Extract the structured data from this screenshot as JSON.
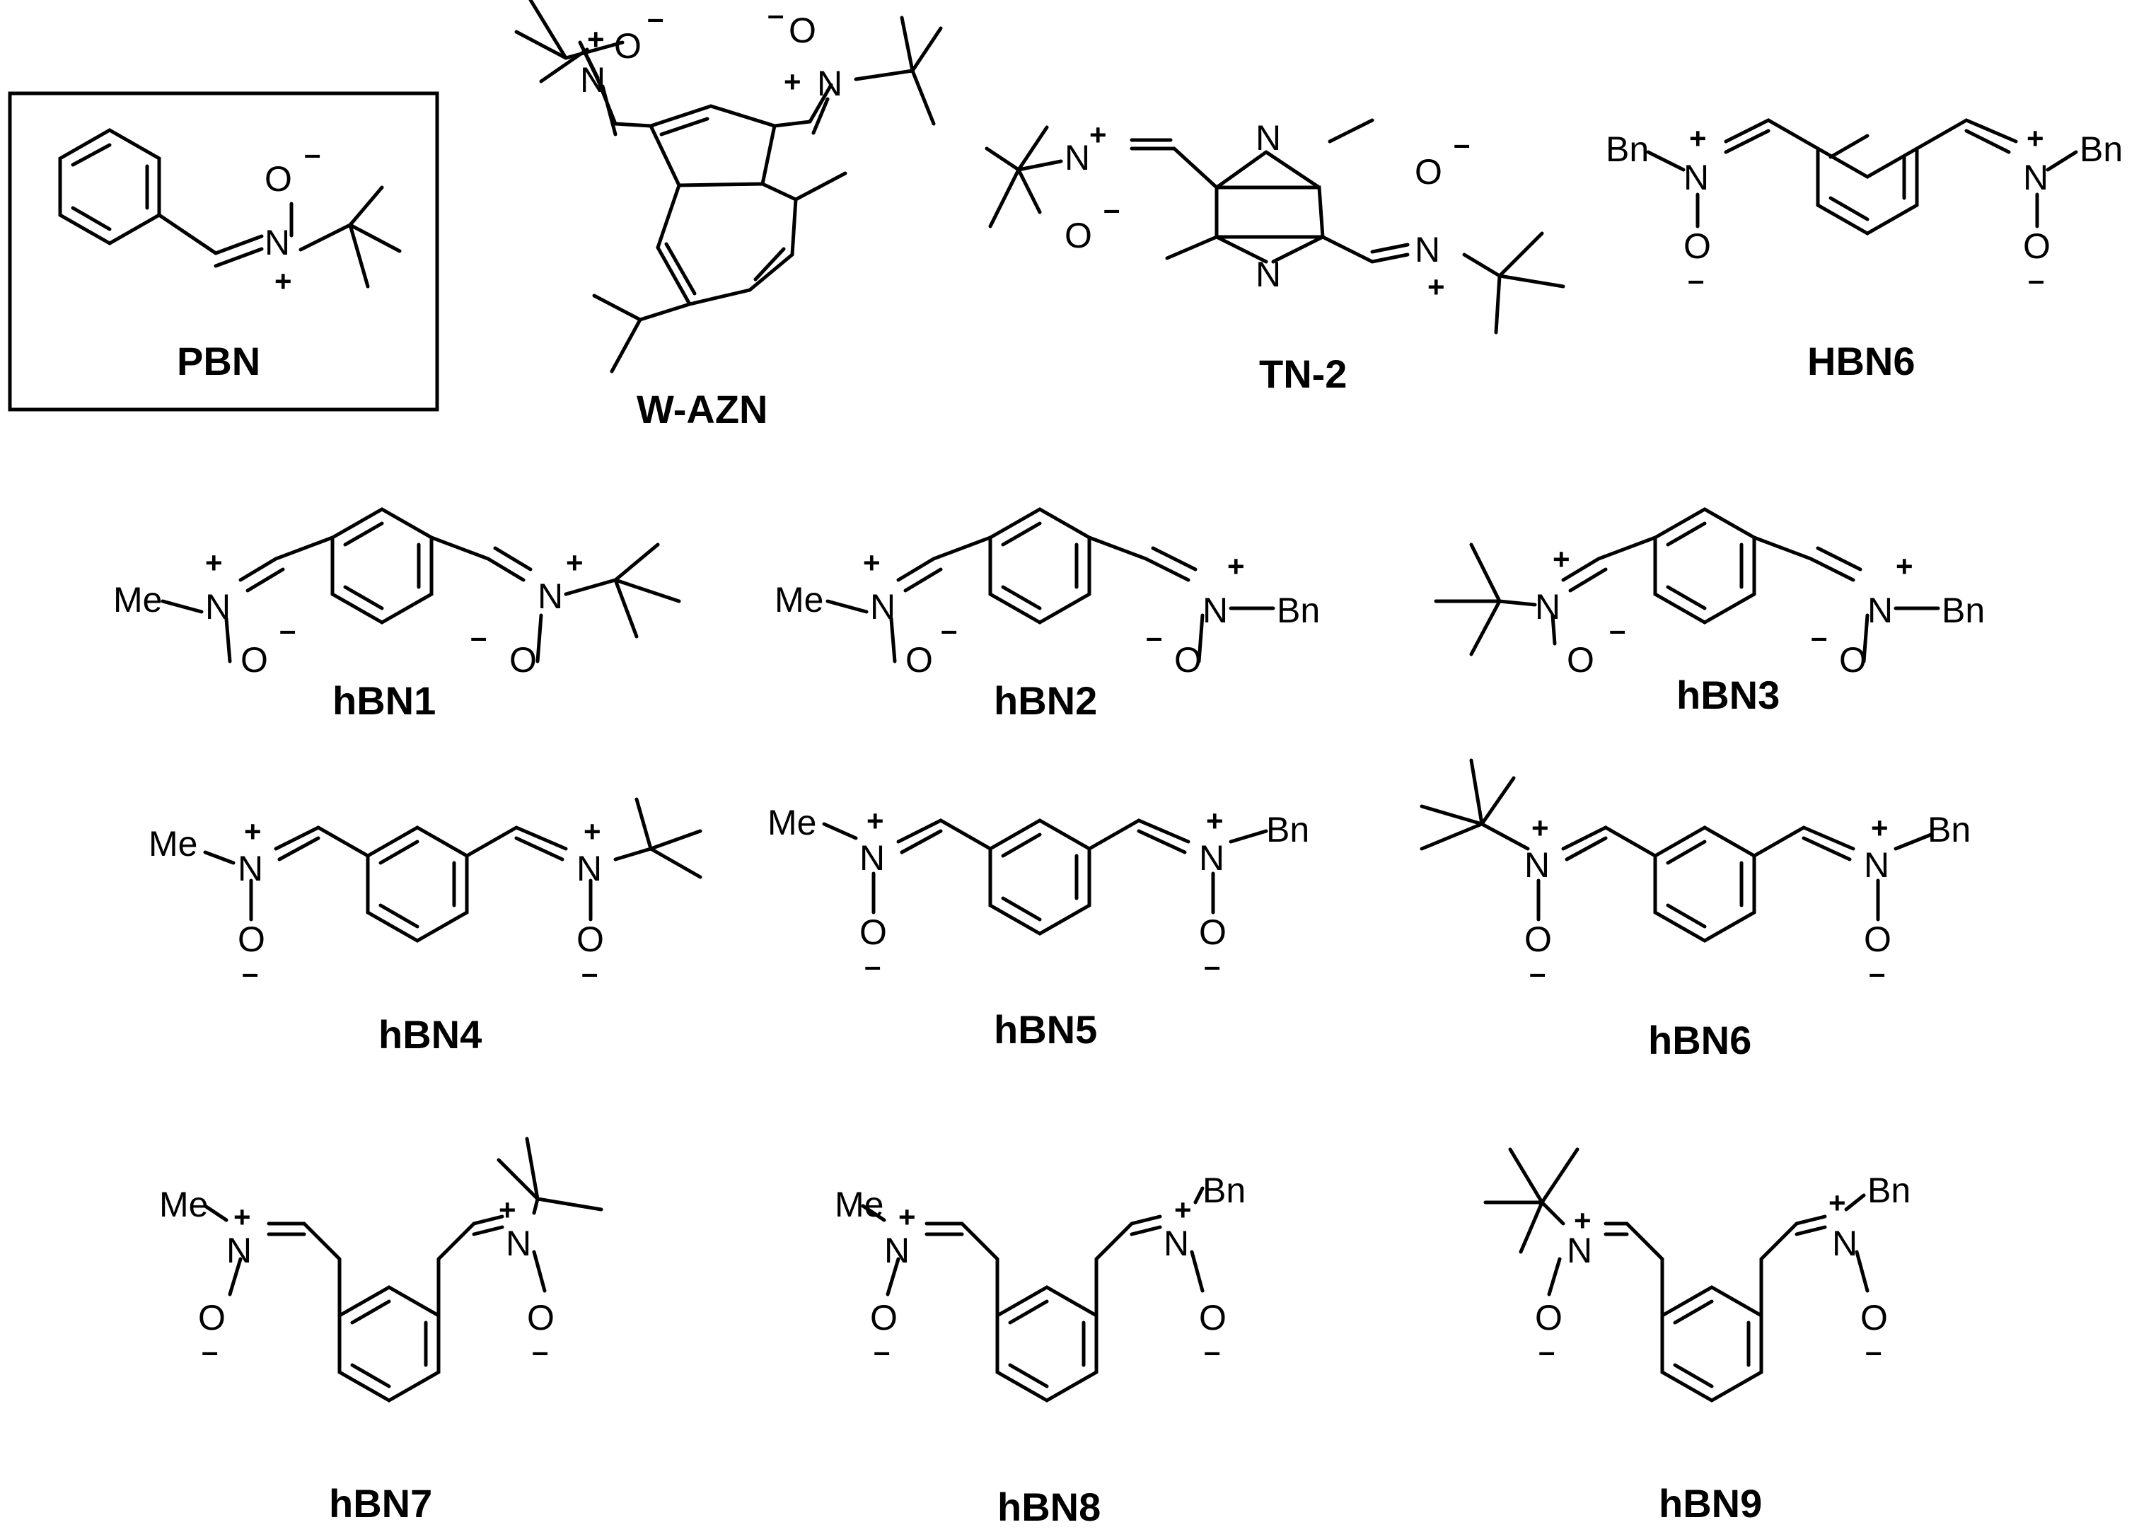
{
  "figure": {
    "boxed_compound": "PBN",
    "compounds": [
      {
        "name": "PBN"
      },
      {
        "name": "W-AZN"
      },
      {
        "name": "TN-2"
      },
      {
        "name": "HBN6"
      },
      {
        "name": "hBN1"
      },
      {
        "name": "hBN2"
      },
      {
        "name": "hBN3"
      },
      {
        "name": "hBN4"
      },
      {
        "name": "hBN5"
      },
      {
        "name": "hBN6"
      },
      {
        "name": "hBN7"
      },
      {
        "name": "hBN8"
      },
      {
        "name": "hBN9"
      }
    ],
    "atoms": {
      "nitrogen": "N",
      "oxygen": "O",
      "methyl": "Me",
      "benzyl": "Bn",
      "positive": "+",
      "negative": "–"
    }
  }
}
